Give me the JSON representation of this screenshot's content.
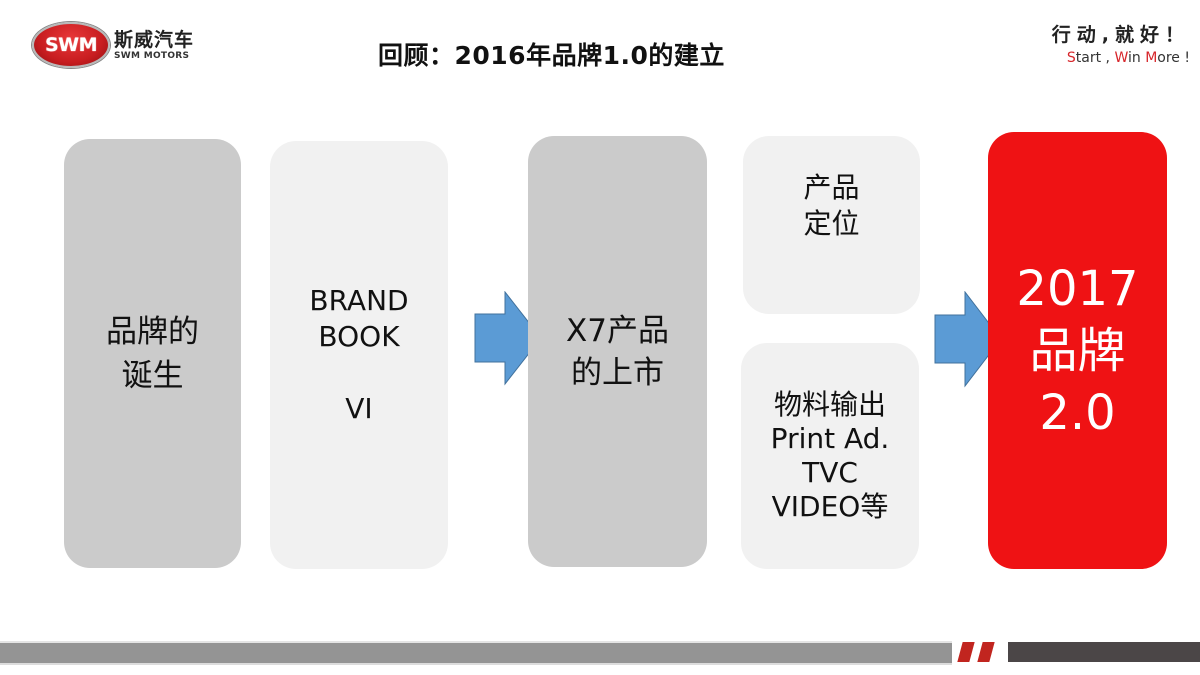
{
  "header": {
    "logo": {
      "badge": "SWM",
      "name_cn": "斯威汽车",
      "name_en": "SWM MOTORS"
    },
    "title": "回顾：2016年品牌1.0的建立",
    "slogan": {
      "cn": "行动,就好！",
      "en_parts": [
        {
          "text": "S",
          "red": true
        },
        {
          "text": "tart , ",
          "red": false
        },
        {
          "text": "W",
          "red": true
        },
        {
          "text": "in ",
          "red": false
        },
        {
          "text": "M",
          "red": true
        },
        {
          "text": "ore !",
          "red": false
        }
      ]
    }
  },
  "flow": {
    "boxes": [
      {
        "id": "brand-birth",
        "text": "品牌的\n诞生",
        "color": "#cbcbcb"
      },
      {
        "id": "brand-book",
        "text": "BRAND\nBOOK\n\nVI",
        "color": "#f1f1f1"
      },
      {
        "id": "x7-launch",
        "text": "X7产品\n的上市",
        "color": "#cbcbcb"
      },
      {
        "id": "positioning",
        "text": "产品\n定位",
        "color": "#f1f1f1"
      },
      {
        "id": "materials",
        "text": "物料输出\nPrint Ad.\nTVC\nVIDEO等",
        "color": "#f1f1f1"
      },
      {
        "id": "brand-2",
        "text": "2017\n品牌\n2.0",
        "color": "#ef1214"
      }
    ],
    "arrow_color": "#5b9bd5"
  },
  "footer": {
    "band_gray": "#949494",
    "band_dark": "#4b4647",
    "accent": "#c1251f"
  }
}
